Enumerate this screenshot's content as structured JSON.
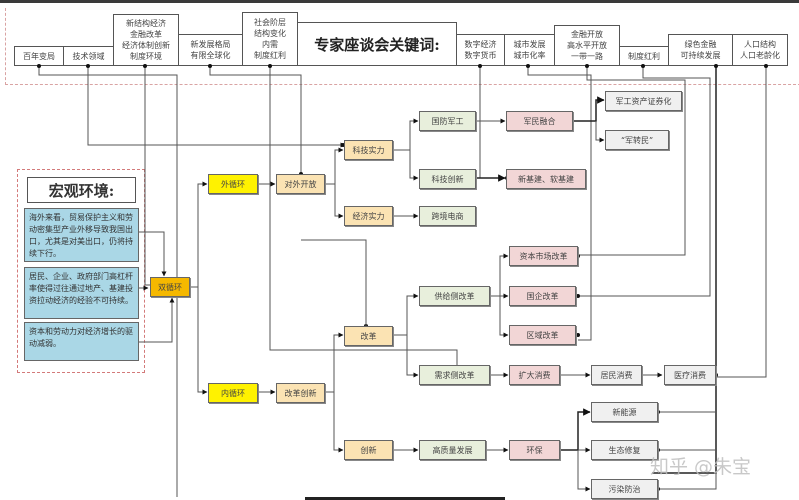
{
  "header": {
    "title": "专家座谈会关键词:",
    "keywords": [
      {
        "id": "bainian",
        "label": "百年变局"
      },
      {
        "id": "jishu",
        "label": "技术领域"
      },
      {
        "id": "xinjiegou",
        "label": "新结构经济\n金融改革\n经济体制创新\n制度环境"
      },
      {
        "id": "xinfazhan",
        "label": "新发展格局\n有限全球化"
      },
      {
        "id": "shehui",
        "label": "社会阶层\n结构变化\n内需\n制度红利"
      },
      {
        "id": "shuzi",
        "label": "数字经济\n数字货币"
      },
      {
        "id": "chengshi",
        "label": "城市发展\n城市化率"
      },
      {
        "id": "jinrong",
        "label": "金融开放\n高水平开放\n一带一路"
      },
      {
        "id": "zhidu",
        "label": "制度红利"
      },
      {
        "id": "lvse",
        "label": "绿色金融\n可持续发展"
      },
      {
        "id": "renkou",
        "label": "人口结构\n人口老龄化"
      }
    ]
  },
  "macro": {
    "title": "宏观环境:",
    "items": [
      "海外来看，贸易保护主义和劳动密集型产业外移导致我国出口，尤其是对美出口，仍将持续下行。",
      "居民、企业、政府部门高杠杆率使得过往通过地产、基建投资拉动经济的经验不可持续。",
      "资本和劳动力对经济增长的驱动减弱。"
    ]
  },
  "nodes": {
    "shuangxunhuan": "双循环",
    "waixunhuan": "外循环",
    "neixunhuan": "内循环",
    "duiwaikaifang": "对外开放",
    "gaigechuangxin": "改革创新",
    "kejishili": "科技实力",
    "jingjishili": "经济实力",
    "gaige": "改革",
    "chuangxin": "创新",
    "guofangjungong": "国防军工",
    "kejichuangxin": "科技创新",
    "kuajingdianshang": "跨境电商",
    "gongjiice": "供给侧改革",
    "xuqiuce": "需求侧改革",
    "gaozhiliang": "高质量发展",
    "junminronghe": "军民融合",
    "xinjijian": "新基建、软基建",
    "zibenshichang": "资本市场改革",
    "guoqi": "国企改革",
    "quyu": "区域改革",
    "kuodaxiaofei": "扩大消费",
    "huanbao": "环保",
    "jungongzichan": "军工资产证券化",
    "junzhuanmin": "“军转民”",
    "jumin": "居民消费",
    "yiliao": "医疗消费",
    "xinnengyuan": "新能源",
    "shengtai": "生态修复",
    "wuran": "污染防治"
  },
  "watermark": "知乎 @朱宝",
  "colors": {
    "yellow": "#fff200",
    "orange": "#f5b800",
    "tan": "#fbe3b3",
    "green": "#e8efdc",
    "pink": "#f2d6d6",
    "grey": "#f0f0f0",
    "blue": "#aad7e6",
    "dash": "#d9a3a3"
  }
}
